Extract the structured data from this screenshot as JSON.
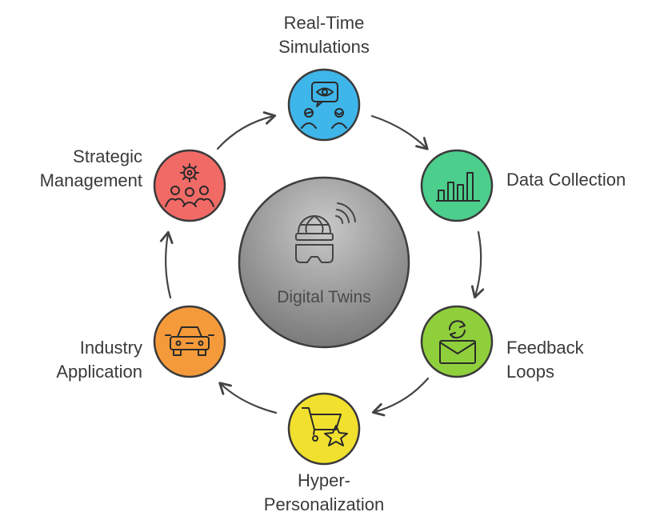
{
  "center": {
    "label": "Digital Twins",
    "icon": "vr-headset-globe-icon"
  },
  "nodes": [
    {
      "id": "real-time",
      "lines": [
        "Real-Time",
        "Simulations"
      ],
      "color": "#3fb6ea",
      "icon": "eye-people-icon"
    },
    {
      "id": "data-collection",
      "lines": [
        "Data Collection"
      ],
      "color": "#4ccf8c",
      "icon": "bar-chart-icon"
    },
    {
      "id": "feedback",
      "lines": [
        "Feedback",
        "Loops"
      ],
      "color": "#8fcf3c",
      "icon": "mail-refresh-icon"
    },
    {
      "id": "hyper",
      "lines": [
        "Hyper-",
        "Personalization"
      ],
      "color": "#f2e02e",
      "icon": "cart-star-icon"
    },
    {
      "id": "industry",
      "lines": [
        "Industry",
        "Application"
      ],
      "color": "#f59a3a",
      "icon": "car-icon"
    },
    {
      "id": "strategic",
      "lines": [
        "Strategic",
        "Management"
      ],
      "color": "#f26a66",
      "icon": "gear-people-icon"
    }
  ]
}
